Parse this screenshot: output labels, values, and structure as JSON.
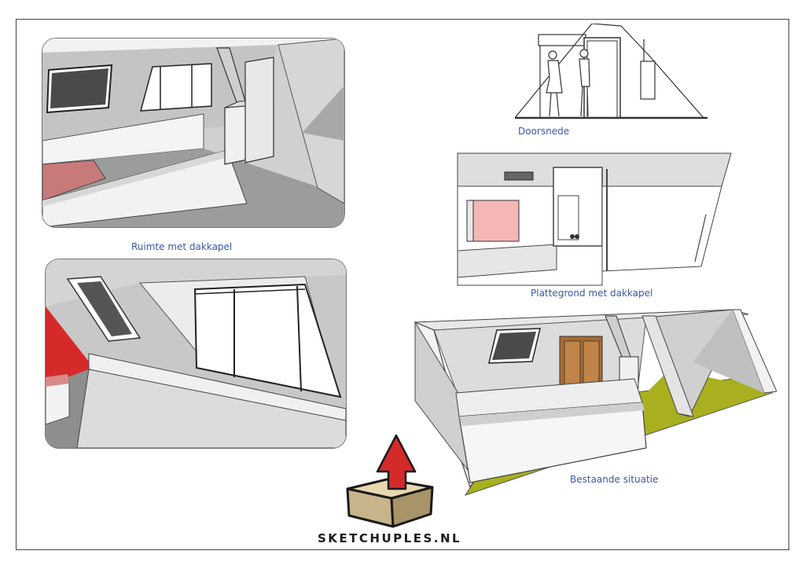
{
  "captions": {
    "doorsnede": "Doorsnede",
    "ruimte": "Ruimte met dakkapel",
    "plattegrond": "Plattegrond met dakkapel",
    "bestaande": "Bestaande situatie"
  },
  "logo": {
    "text": "SKETCHUPLES.NL"
  },
  "colors": {
    "wall": "#c8c8c8",
    "wall_dark": "#8c8c8c",
    "floor": "#9a9a9a",
    "bed": "#d88a8a",
    "accent_red": "#d42a2a",
    "grass": "#a8b020",
    "wood": "#a86a30",
    "caption": "#3a58a8"
  }
}
